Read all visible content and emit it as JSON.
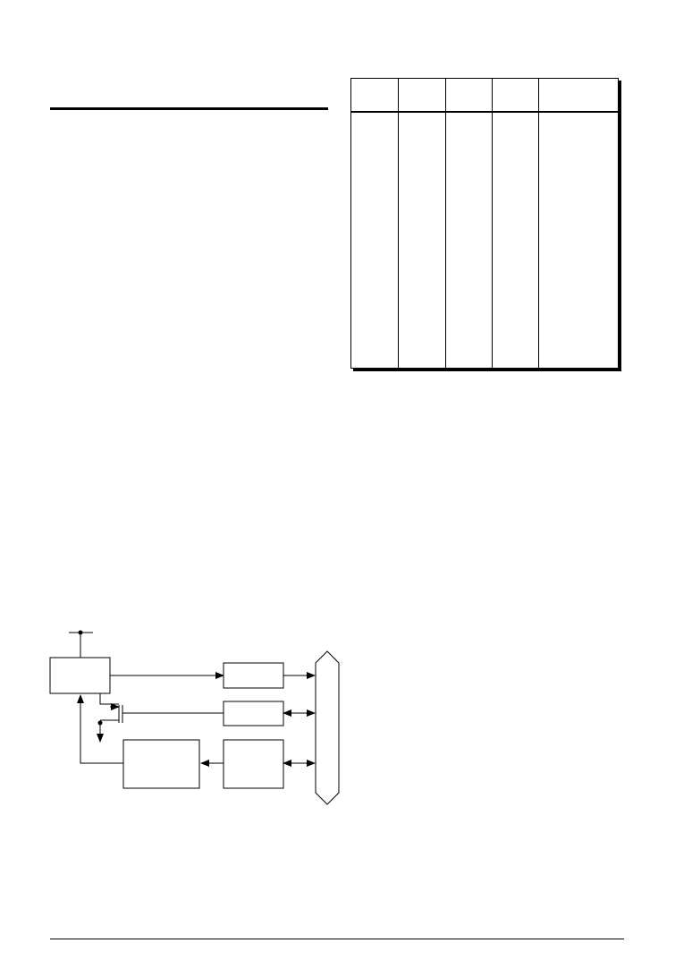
{
  "page": {
    "heading_text": "",
    "body_text": ""
  },
  "spec_table": {
    "column_count": 5,
    "headers": [
      "",
      "",
      "",
      "",
      ""
    ],
    "rows": []
  },
  "block_diagram": {
    "blocks": [
      {
        "id": "controller-block",
        "label": ""
      },
      {
        "id": "upper-block",
        "label": ""
      },
      {
        "id": "middle-block",
        "label": ""
      },
      {
        "id": "lower-block",
        "label": ""
      },
      {
        "id": "feedback-block",
        "label": ""
      }
    ],
    "bus_label": ""
  },
  "footer": {
    "text": ""
  }
}
